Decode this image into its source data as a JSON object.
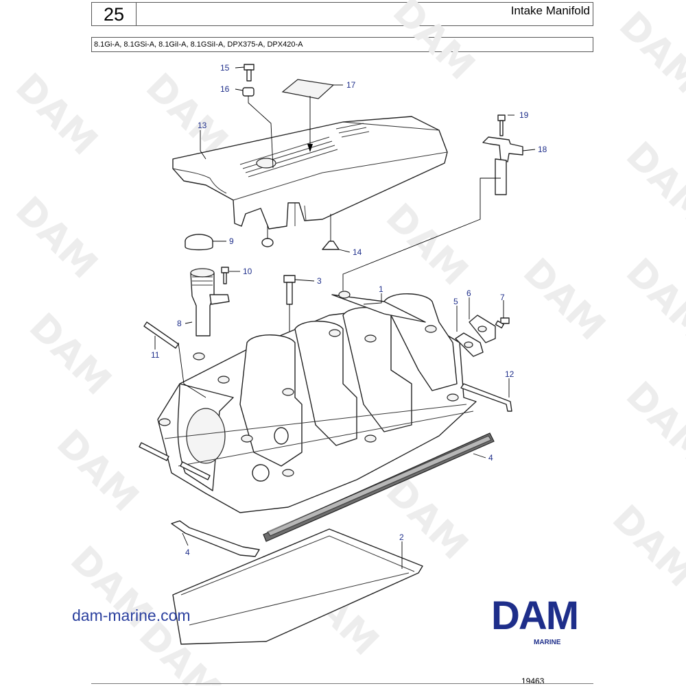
{
  "header": {
    "section_number": "25",
    "title": "Intake Manifold",
    "models": "8.1Gi-A, 8.1GSi-A, 8.1GiI-A, 8.1GSiI-A, DPX375-A, DPX420-A"
  },
  "parts": {
    "p1": "1",
    "p2": "2",
    "p3": "3",
    "p4a": "4",
    "p4b": "4",
    "p5": "5",
    "p6": "6",
    "p7": "7",
    "p8": "8",
    "p9": "9",
    "p10": "10",
    "p11": "11",
    "p12": "12",
    "p13": "13",
    "p14": "14",
    "p15": "15",
    "p16": "16",
    "p17": "17",
    "p18": "18",
    "p19": "19"
  },
  "watermark": "DAM",
  "logo": {
    "text": "DAM",
    "subtitle": "MARINE",
    "color": "#1e2e8a"
  },
  "website": "dam-marine.com",
  "figure_number": "19463",
  "colors": {
    "callout": "#1e2e8a",
    "website": "#2a3f9e"
  }
}
